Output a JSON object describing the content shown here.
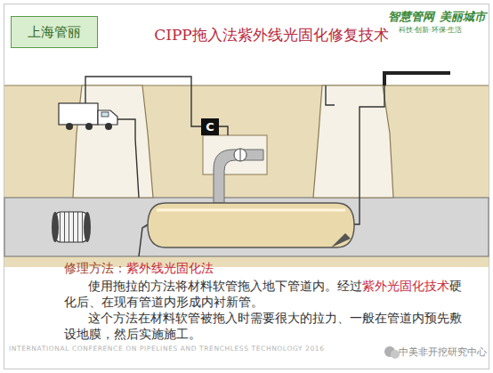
{
  "diagram": {
    "title": "CIPP拖入法紫外线光固化修复技术",
    "nodes": [
      {
        "text": [
          "上海管丽"
        ]
      },
      {
        "text": [
          "C"
        ]
      }
    ],
    "labels": [
      "智慧管网",
      "美丽城市",
      "科技·创新·环保·生活",
      "修理方法：",
      "紫外线光固化法",
      "使用拖拉的方法将材料软管拖入地下管道内。经过",
      "紫外光固化技术",
      "硬化后、在现有管道内形成内衬新管。",
      "这个方法在材料软管被拖入时需要很大的拉力、一般在管道内预先敷设地膜，然后实施施工。",
      "INTERNATIONAL CONFERENCE ON PIPELINES AND TRENCHLESS TECHNOLOGY 2016",
      "中美非开挖研究中心"
    ]
  }
}
